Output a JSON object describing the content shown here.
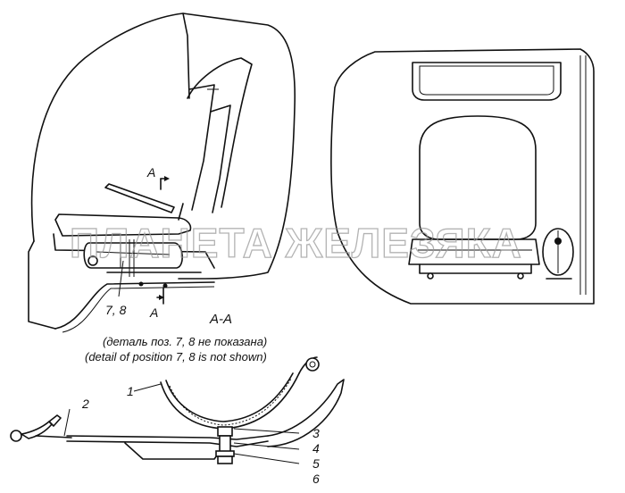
{
  "watermark": "ПЛАНЕТА ЖЕЛЕЗЯКА",
  "labels": {
    "section_arrow_top": "A",
    "section_arrow_bottom": "A",
    "callout_7_8": "7, 8",
    "section_title": "A-A",
    "note_ru": "(деталь поз. 7, 8 не показана)",
    "note_en": "(detail of position 7, 8 is not shown)",
    "part_1": "1",
    "part_2": "2",
    "part_3": "3",
    "part_4": "4",
    "part_5": "5",
    "part_6": "6"
  }
}
